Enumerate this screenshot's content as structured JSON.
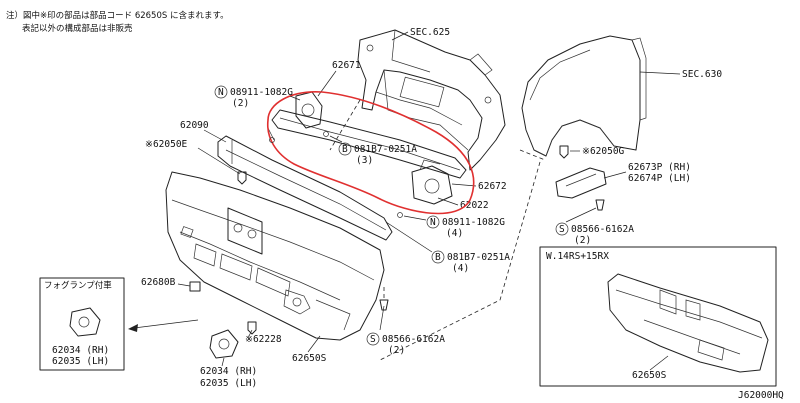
{
  "header": {
    "note_line1": "注）図中※印の部品は部品コード 62650S に含まれます。",
    "note_line2": "表記以外の構成部品は非販売"
  },
  "labels": {
    "sec625": "SEC.625",
    "sec630": "SEC.630",
    "p62671": "62671",
    "n08911_top": "08911-1082G",
    "n08911_top_qty": "(2)",
    "p62090": "62090",
    "p62050e": "※62050E",
    "b081b7_top": "081B7-0251A",
    "b081b7_top_qty": "(3)",
    "p62050g": "※62050G",
    "p62673p": "62673P (RH)",
    "p62674p": "62674P (LH)",
    "p62672": "62672",
    "p62022": "62022",
    "n08911_bot": "08911-1082G",
    "n08911_bot_qty": "(4)",
    "s08566_right": "08566-6162A",
    "s08566_right_qty": "(2)",
    "b081b7_bot": "081B7-0251A",
    "b081b7_bot_qty": "(4)",
    "p62680b": "62680B",
    "p62228": "※62228",
    "s08566_bot": "08566-6162A",
    "s08566_bot_qty": "(2)",
    "p62650s": "62650S",
    "p62034_bot": "62034 (RH)",
    "p62035_bot": "62035 (LH)",
    "inset_title": "フォグランプ付車",
    "p62034_inset": "62034 (RH)",
    "p62035_inset": "62035 (LH)",
    "variant_title": "W.14RS+15RX",
    "variant_part": "62650S",
    "diagram_id": "J62000HQ"
  },
  "markers": {
    "circle_n": "N",
    "circle_b": "B",
    "circle_s": "S"
  },
  "colors": {
    "highlight": "#e03030"
  }
}
